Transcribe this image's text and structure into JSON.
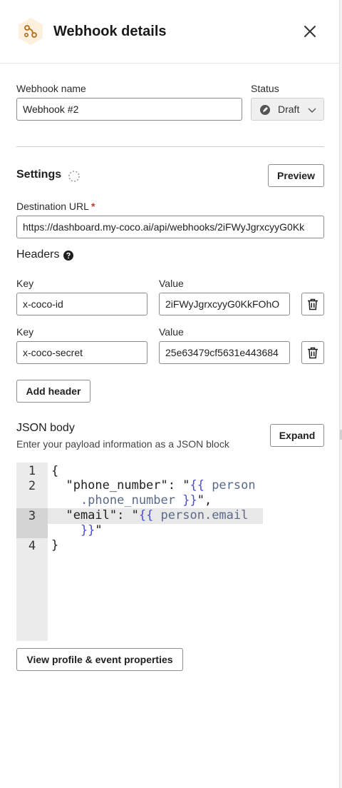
{
  "header": {
    "title": "Webhook details"
  },
  "form": {
    "name_label": "Webhook name",
    "name_value": "Webhook #2",
    "status_label": "Status",
    "status_value": "Draft"
  },
  "settings": {
    "title": "Settings",
    "preview_label": "Preview",
    "destination_label": "Destination URL",
    "required_mark": "*",
    "destination_value": "https://dashboard.my-coco.ai/api/webhooks/2iFWyJgrxcyyG0Kk"
  },
  "headers": {
    "title": "Headers",
    "key_label": "Key",
    "value_label": "Value",
    "rows": [
      {
        "key": "x-coco-id",
        "value": "2iFWyJgrxcyyG0KkFOhO"
      },
      {
        "key": "x-coco-secret",
        "value": "25e63479cf5631e443684"
      }
    ],
    "add_label": "Add header"
  },
  "json_body": {
    "title": "JSON body",
    "subtitle": "Enter your payload information as a JSON block",
    "expand_label": "Expand",
    "line_numbers": [
      "1",
      "2",
      "3",
      "4"
    ],
    "code": {
      "l1": "{",
      "l2_key": "  \"phone_number\": \"",
      "l2_open": "{{",
      "l2_var": " person",
      "l2b_var": "    .phone_number",
      "l2b_close": " }}",
      "l2b_end": "\",",
      "l3_key": "  \"email\": \"",
      "l3_open": "{{",
      "l3_var": " person.email",
      "l3b_close": "    }}",
      "l3b_end": "\"",
      "l4": "}"
    }
  },
  "footer": {
    "view_props_label": "View profile & event properties"
  }
}
